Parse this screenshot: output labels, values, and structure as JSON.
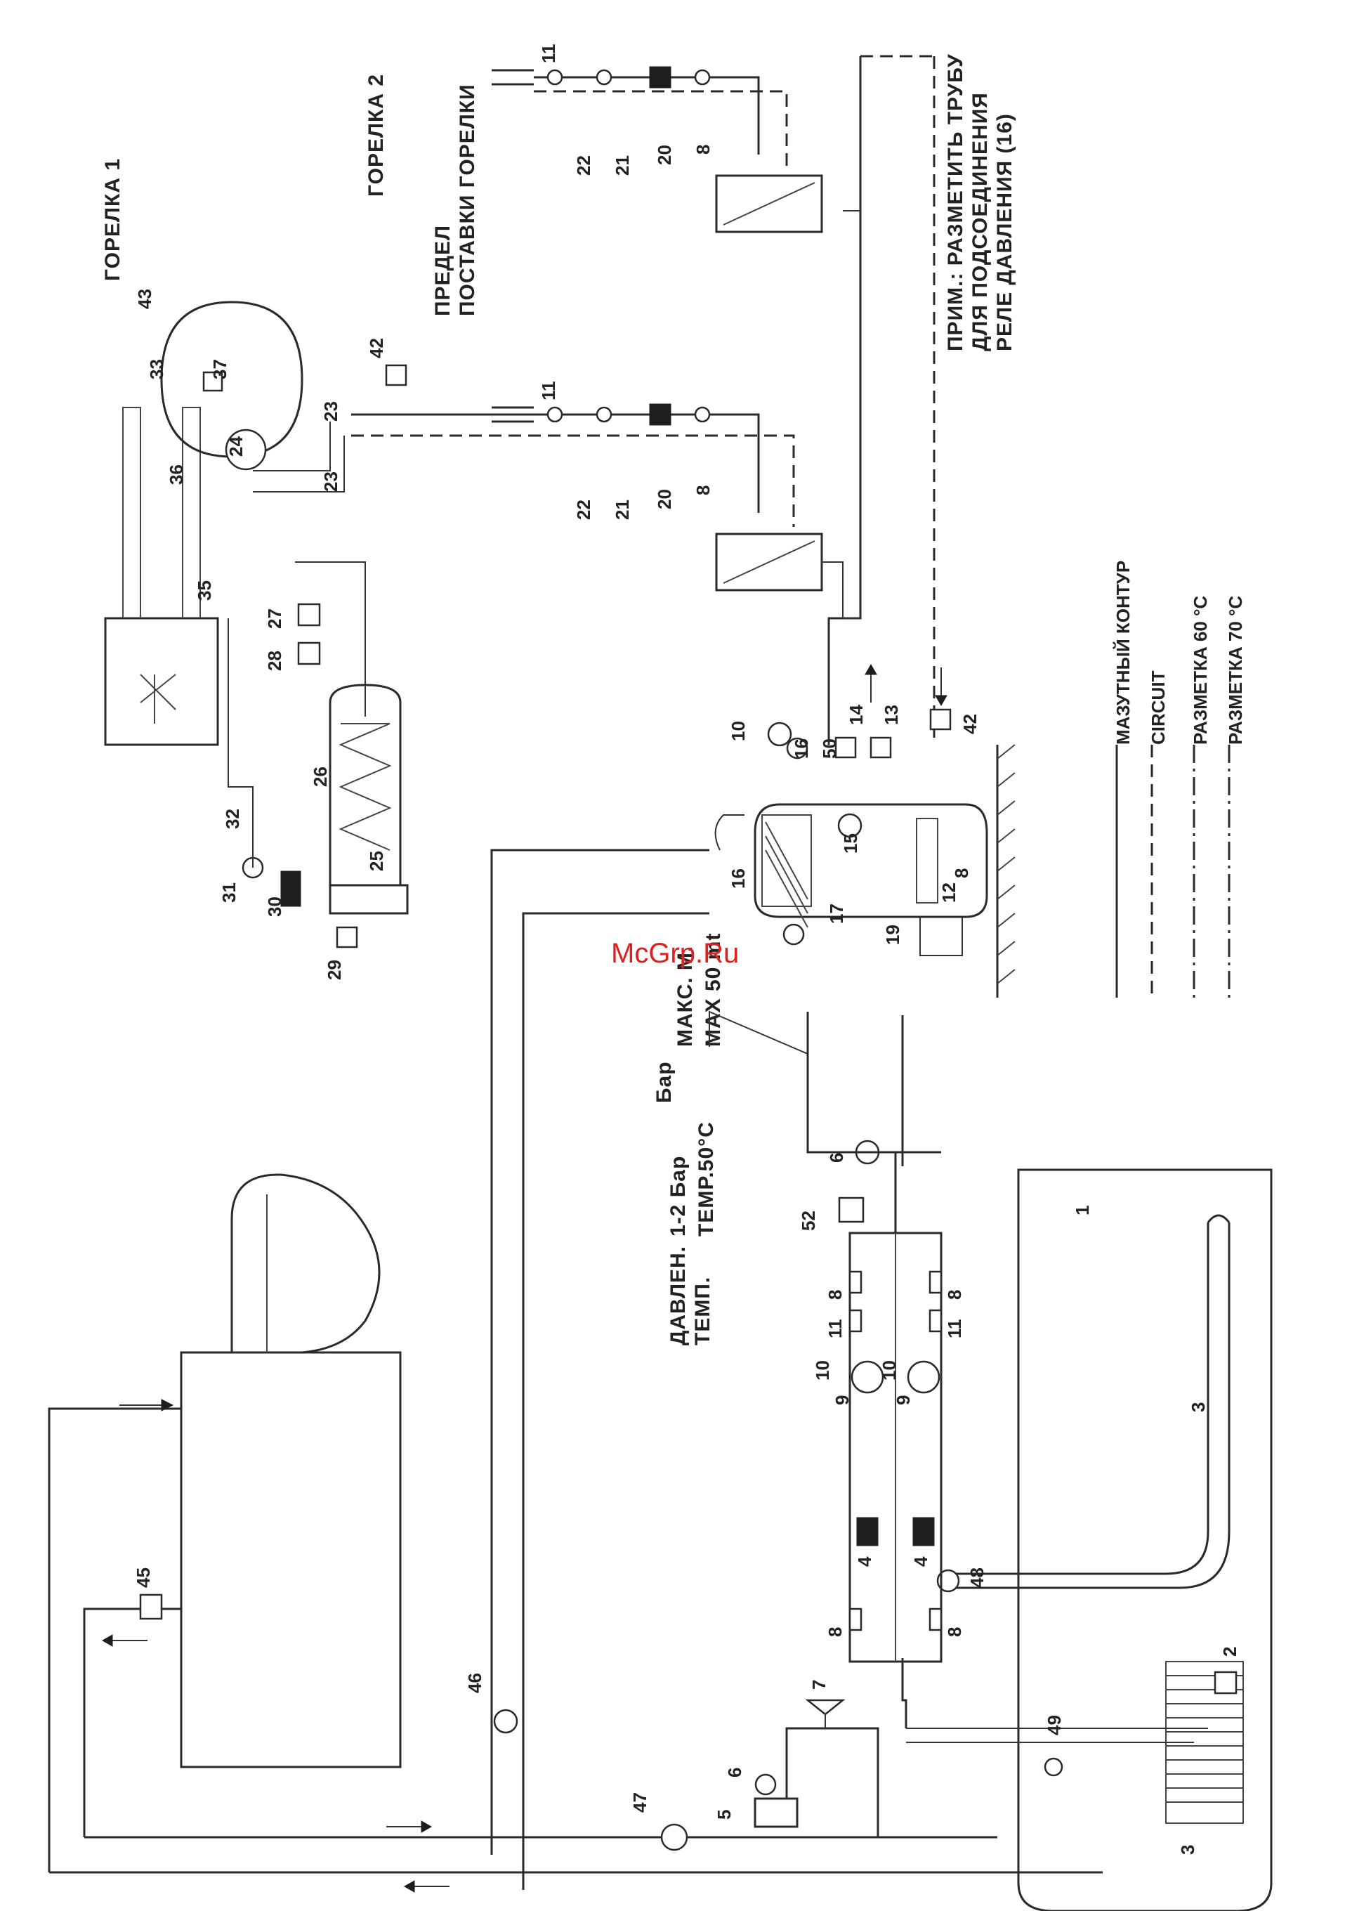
{
  "diagram": {
    "burner_1": "ГОРЕЛКА 1",
    "burner_2": "ГОРЕЛКА 2",
    "supply_limit_line1": "ПРЕДЕЛ",
    "supply_limit_line2": "ПОСТАВКИ ГОРЕЛКИ",
    "note_line1": "ПРИМ.: РАЗМЕТИТЬ ТРУБУ",
    "note_line2": "ДЛЯ ПОДСОЕДИНЕНИЯ",
    "note_line3": "РЕЛЕ ДАВЛЕНИЯ (16)",
    "pressure_label": "ДАВЛЕН.",
    "pressure_value": "1-2 Бар",
    "temp_label": "ТЕМП.",
    "temp_value": "TEMP.50°C",
    "bar_label": "Бар",
    "max_label_ru": "МАКС. М.",
    "max_label_en": "MAX 50 mt",
    "watermark": "McGrp.Ru"
  },
  "legend": {
    "items": [
      {
        "label": "МАЗУТНЫЙ КОНТУР",
        "style": "solid"
      },
      {
        "label": "CIRCUIT",
        "style": "dashed"
      },
      {
        "label": "РАЗМЕТКА 60 °C",
        "style": "dash-dot"
      },
      {
        "label": "РАЗМЕТКА 70 °C",
        "style": "dash-dot-long"
      }
    ]
  },
  "callouts": {
    "n1": "1",
    "n2": "2",
    "n3": "3",
    "n3b": "3",
    "n4a": "4",
    "n4b": "4",
    "n5": "5",
    "n6a": "6",
    "n6b": "6",
    "n7": "7",
    "n8a": "8",
    "n8b": "8",
    "n8c": "8",
    "n8d": "8",
    "n8e": "8",
    "n8f": "8",
    "n8g": "8",
    "n9a": "9",
    "n9b": "9",
    "n10a": "10",
    "n10b": "10",
    "n10c": "10",
    "n11a": "11",
    "n11b": "11",
    "n11c": "11",
    "n11d": "11",
    "n12": "12",
    "n13": "13",
    "n14": "14",
    "n15": "15",
    "n16": "16",
    "n16b": "16",
    "n17": "17",
    "n19": "19",
    "n20a": "20",
    "n20b": "20",
    "n21a": "21",
    "n21b": "21",
    "n22a": "22",
    "n22b": "22",
    "n23a": "23",
    "n23b": "23",
    "n24": "24",
    "n25": "25",
    "n26": "26",
    "n27": "27",
    "n28": "28",
    "n29": "29",
    "n30": "30",
    "n31": "31",
    "n32": "32",
    "n33": "33",
    "n35": "35",
    "n36": "36",
    "n37": "37",
    "n42a": "42",
    "n42b": "42",
    "n43": "43",
    "n45": "45",
    "n46": "46",
    "n47": "47",
    "n48": "48",
    "n49": "49",
    "n50": "50",
    "n52": "52"
  }
}
